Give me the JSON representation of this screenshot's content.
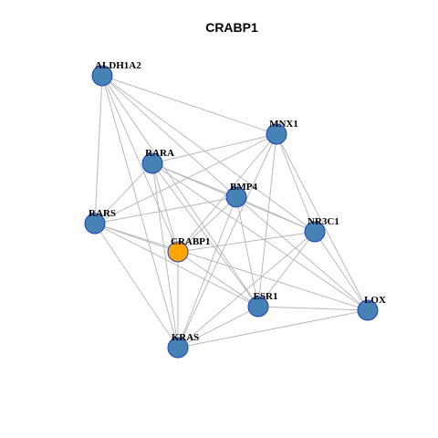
{
  "title": "CRABP1",
  "colors": {
    "node_default": "#4682b4",
    "node_highlight": "#ffa500",
    "node_border": "#1f3fbf",
    "edge": "#b3b3b3"
  },
  "nodes": [
    {
      "id": "ALDH1A2",
      "label": "ALDH1A2",
      "highlight": false
    },
    {
      "id": "MNX1",
      "label": "MNX1",
      "highlight": false
    },
    {
      "id": "RARA",
      "label": "RARA",
      "highlight": false
    },
    {
      "id": "BMP4",
      "label": "BMP4",
      "highlight": false
    },
    {
      "id": "RARS",
      "label": "RARS",
      "highlight": false
    },
    {
      "id": "NR3C1",
      "label": "NR3C1",
      "highlight": false
    },
    {
      "id": "CRABP1",
      "label": "CRABP1",
      "highlight": true
    },
    {
      "id": "ESR1",
      "label": "ESR1",
      "highlight": false
    },
    {
      "id": "LOX",
      "label": "LOX",
      "highlight": false
    },
    {
      "id": "KRAS",
      "label": "KRAS",
      "highlight": false
    }
  ],
  "edges": [
    [
      "ALDH1A2",
      "MNX1"
    ],
    [
      "ALDH1A2",
      "RARS"
    ],
    [
      "ALDH1A2",
      "BMP4"
    ],
    [
      "ALDH1A2",
      "NR3C1"
    ],
    [
      "ALDH1A2",
      "ESR1"
    ],
    [
      "ALDH1A2",
      "KRAS"
    ],
    [
      "ALDH1A2",
      "CRABP1"
    ],
    [
      "MNX1",
      "RARA"
    ],
    [
      "MNX1",
      "RARS"
    ],
    [
      "MNX1",
      "CRABP1"
    ],
    [
      "MNX1",
      "ESR1"
    ],
    [
      "MNX1",
      "LOX"
    ],
    [
      "MNX1",
      "KRAS"
    ],
    [
      "MNX1",
      "NR3C1"
    ],
    [
      "RARA",
      "BMP4"
    ],
    [
      "RARA",
      "NR3C1"
    ],
    [
      "RARA",
      "RARS"
    ],
    [
      "RARA",
      "ESR1"
    ],
    [
      "RARA",
      "KRAS"
    ],
    [
      "RARA",
      "LOX"
    ],
    [
      "RARA",
      "CRABP1"
    ],
    [
      "BMP4",
      "RARS"
    ],
    [
      "BMP4",
      "CRABP1"
    ],
    [
      "BMP4",
      "ESR1"
    ],
    [
      "BMP4",
      "KRAS"
    ],
    [
      "BMP4",
      "LOX"
    ],
    [
      "BMP4",
      "NR3C1"
    ],
    [
      "RARS",
      "CRABP1"
    ],
    [
      "RARS",
      "ESR1"
    ],
    [
      "RARS",
      "KRAS"
    ],
    [
      "RARS",
      "LOX"
    ],
    [
      "NR3C1",
      "CRABP1"
    ],
    [
      "NR3C1",
      "ESR1"
    ],
    [
      "NR3C1",
      "KRAS"
    ],
    [
      "NR3C1",
      "LOX"
    ],
    [
      "CRABP1",
      "KRAS"
    ],
    [
      "CRABP1",
      "ESR1"
    ],
    [
      "ESR1",
      "LOX"
    ],
    [
      "ESR1",
      "KRAS"
    ],
    [
      "KRAS",
      "LOX"
    ]
  ]
}
